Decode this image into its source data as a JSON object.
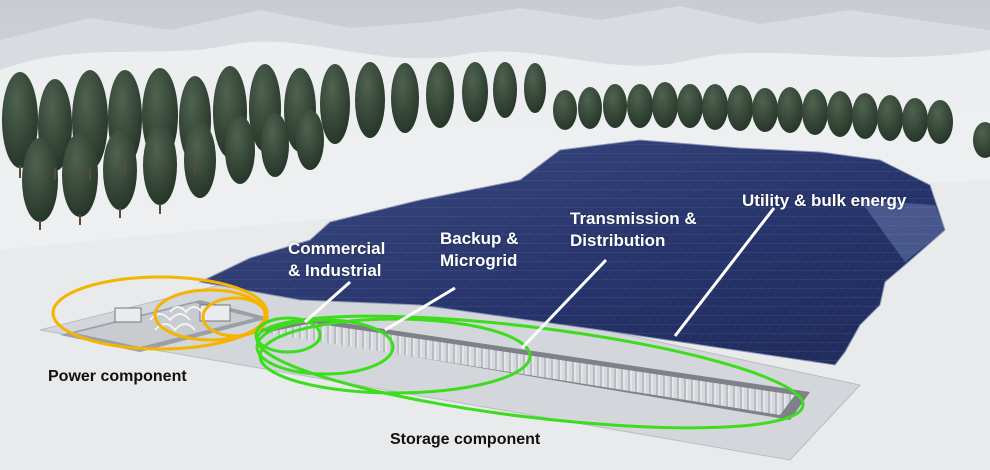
{
  "labels": {
    "commercial": [
      "Commercial",
      "& Industrial"
    ],
    "backup": [
      "Backup &",
      "Microgrid"
    ],
    "transmission": [
      "Transmission &",
      "Distribution"
    ],
    "utility": "Utility & bulk energy",
    "power": "Power component",
    "storage": "Storage component"
  },
  "colors": {
    "power_ring": "#f5b400",
    "storage_ring": "#3ddc1e",
    "solar_panel": "#2a3868",
    "pointer_line": "#ffffff"
  }
}
